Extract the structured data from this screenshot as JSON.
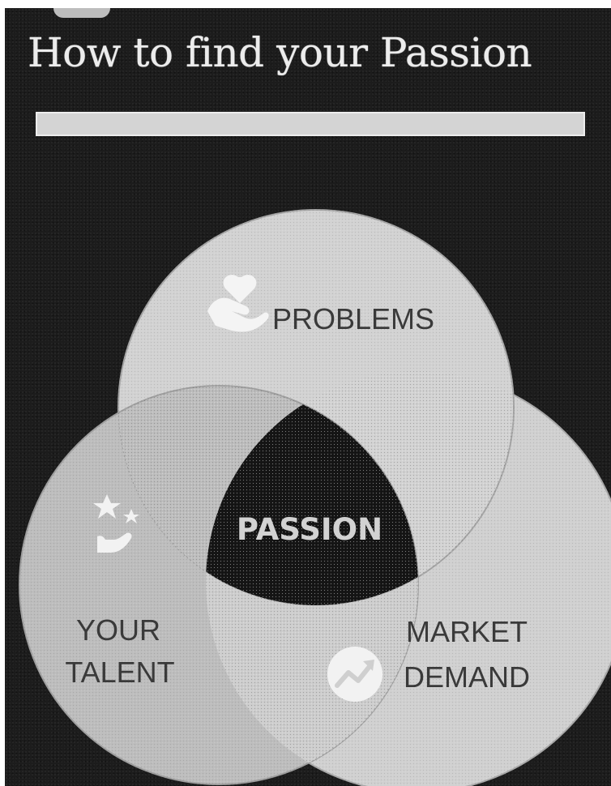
{
  "title": "How to find your Passion",
  "diagram": {
    "circles": {
      "problems": {
        "label": "PROBLEMS",
        "icon": "hand-heart-icon"
      },
      "talent": {
        "label_line1": "YOUR",
        "label_line2": "TALENT",
        "icon": "hand-stars-icon"
      },
      "market": {
        "label_line1": "MARKET",
        "label_line2": "DEMAND",
        "icon": "trend-up-icon"
      }
    },
    "center": {
      "label": "PASSION"
    }
  },
  "colors": {
    "background": "#1c1c1c",
    "circle_light": "#d0d0d0",
    "circle_mid": "#bdbdbd",
    "center": "#161616",
    "title": "#ececec"
  }
}
